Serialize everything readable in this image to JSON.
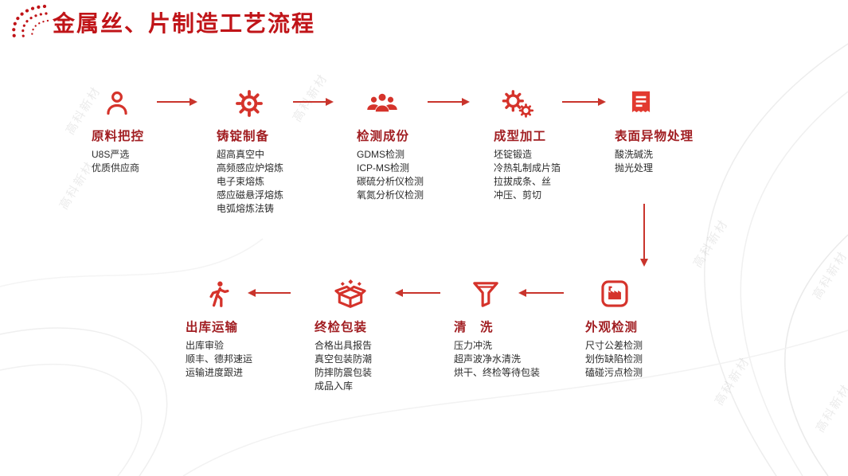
{
  "title": "金属丝、片制造工艺流程",
  "watermark": "高科新材",
  "colors": {
    "title_red": "#c01418",
    "heading_red": "#a11e22",
    "accent_red": "#d5332b",
    "arrow_red": "#c9342c"
  },
  "steps": [
    {
      "icon": "person-icon",
      "heading": "原料把控",
      "items": [
        "U8S严选",
        "优质供应商"
      ]
    },
    {
      "icon": "gear-icon",
      "heading": "铸锭制备",
      "items": [
        "超高真空中",
        "高频感应炉熔炼",
        "电子束熔炼",
        "感应磁悬浮熔炼",
        "电弧熔炼法铸"
      ]
    },
    {
      "icon": "team-icon",
      "heading": "检测成份",
      "items": [
        "GDMS检测",
        "ICP-MS检测",
        "碳硫分析仪检测",
        "氧氮分析仪检测"
      ]
    },
    {
      "icon": "gears-icon",
      "heading": "成型加工",
      "items": [
        "坯锭锻造",
        "冷热轧制成片箔",
        "拉拔成条、丝",
        "冲压、剪切"
      ]
    },
    {
      "icon": "receipt-icon",
      "heading": "表面异物处理",
      "items": [
        "酸洗碱洗",
        "抛光处理"
      ]
    },
    {
      "icon": "inspection-icon",
      "heading": "外观检测",
      "items": [
        "尺寸公差检测",
        "划伤缺陷检测",
        "磕碰污点检测"
      ]
    },
    {
      "icon": "funnel-icon",
      "heading": "清　洗",
      "items": [
        "压力冲洗",
        "超声波净水清洗",
        "烘干、终检等待包装"
      ]
    },
    {
      "icon": "package-icon",
      "heading": "终检包装",
      "items": [
        "合格出具报告",
        "真空包装防潮",
        "防摔防震包装",
        "成品入库"
      ]
    },
    {
      "icon": "walking-person-icon",
      "heading": "出库运输",
      "items": [
        "出库审验",
        "顺丰、德邦速运",
        "运输进度跟进"
      ]
    }
  ]
}
